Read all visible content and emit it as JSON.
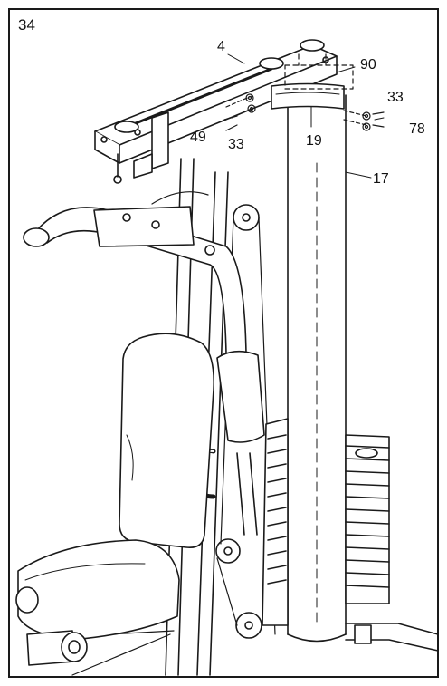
{
  "step_number": "34",
  "callouts": {
    "c4": "4",
    "c90": "90",
    "c33_right": "33",
    "c78": "78",
    "c49": "49",
    "c33_left": "33",
    "c19": "19",
    "c17": "17"
  },
  "colors": {
    "line": "#1a1a1a",
    "paper": "#ffffff",
    "shade": "#e9e9e9"
  }
}
